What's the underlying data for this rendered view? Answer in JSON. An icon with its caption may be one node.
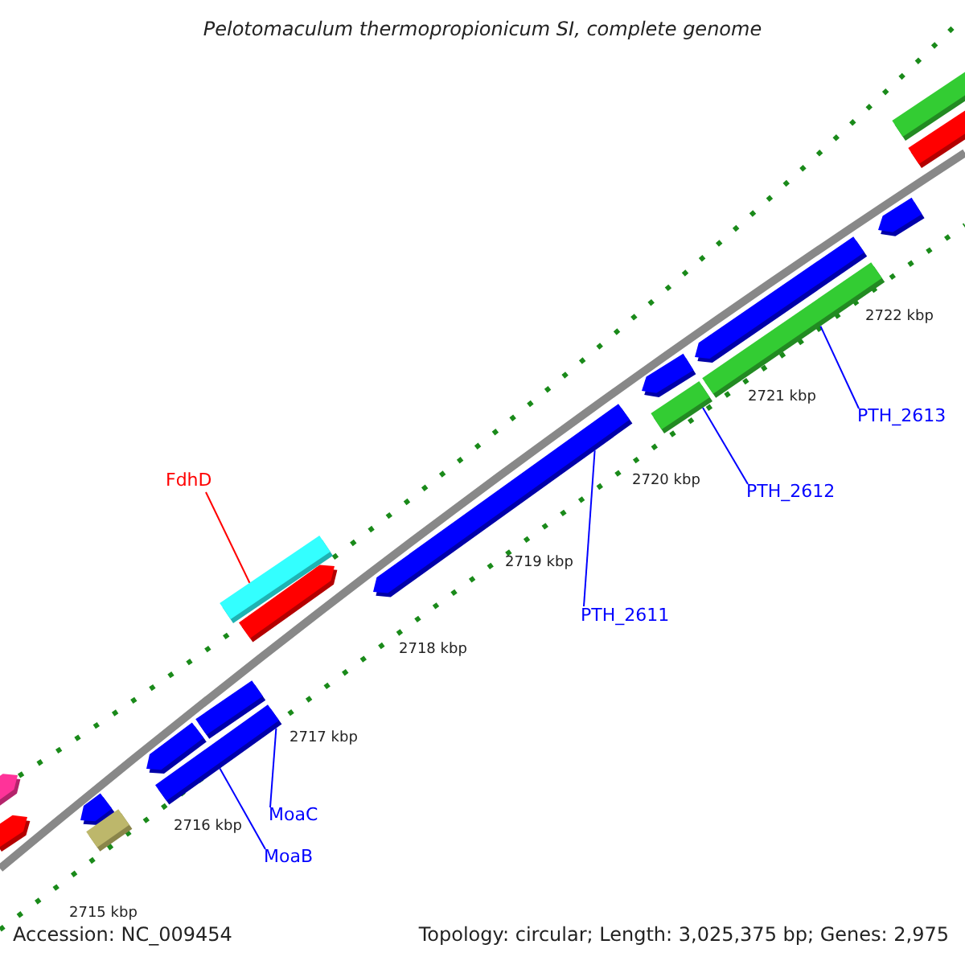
{
  "diagram": {
    "title": "Pelotomaculum thermopropionicum SI, complete genome",
    "nodes": [
      {
        "text": [],
        "shape": "bar"
      },
      {
        "text": [],
        "shape": "bar"
      },
      {
        "text": [],
        "shape": "bar"
      },
      {
        "text": [],
        "shape": "bar"
      },
      {
        "text": [],
        "shape": "bar"
      },
      {
        "text": [],
        "shape": "bar"
      },
      {
        "text": [],
        "shape": "bar"
      },
      {
        "text": [],
        "shape": "bar"
      },
      {
        "text": [],
        "shape": "bar"
      },
      {
        "text": [],
        "shape": "bar"
      },
      {
        "text": [],
        "shape": "bar"
      },
      {
        "text": [],
        "shape": "bar"
      },
      {
        "text": [],
        "shape": "bar"
      },
      {
        "text": [],
        "shape": "bar"
      },
      {
        "text": [],
        "shape": "bar"
      },
      {
        "text": [],
        "shape": "bar"
      },
      {
        "text": [],
        "shape": "bar"
      },
      {
        "text": [
          "FdhD"
        ]
      },
      {
        "text": [
          "PTH_2611"
        ]
      },
      {
        "text": [
          "PTH_2612"
        ]
      },
      {
        "text": [
          "PTH_2613"
        ]
      },
      {
        "text": [
          "MoaC"
        ]
      },
      {
        "text": [
          "MoaB"
        ]
      }
    ],
    "edges": [
      {
        "from": 17,
        "to": 7,
        "arrow": "none",
        "color": "#ff0000"
      },
      {
        "from": 18,
        "to": 9,
        "arrow": "none"
      },
      {
        "from": 19,
        "to": 11,
        "arrow": "none"
      },
      {
        "from": 20,
        "to": 13,
        "arrow": "none"
      },
      {
        "from": 21,
        "to": 5,
        "arrow": "none"
      },
      {
        "from": 22,
        "to": 5,
        "arrow": "none"
      }
    ],
    "labels": [
      "2722 kbp",
      "2721 kbp",
      "2720 kbp",
      "2719 kbp",
      "2718 kbp",
      "2717 kbp",
      "2716 kbp",
      "2715 kbp",
      "Accession: NC_009454",
      "Topology: circular; Length: 3,025,375 bp; Genes: 2,975"
    ]
  }
}
